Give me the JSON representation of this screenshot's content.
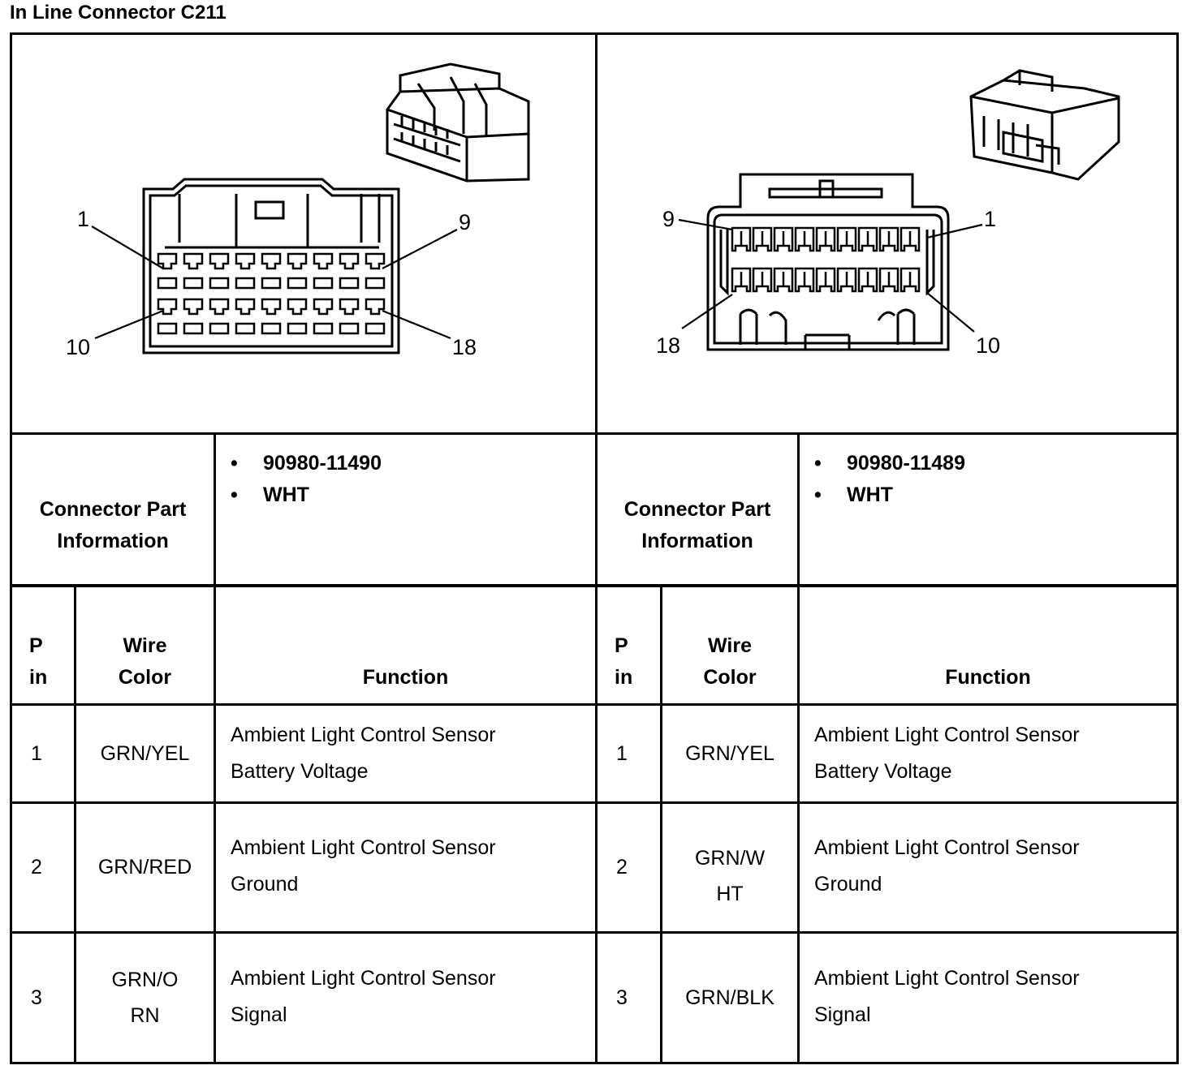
{
  "title": "In Line Connector C211",
  "left": {
    "pin_numbers": {
      "top_left": "1",
      "top_right": "9",
      "bottom_left": "10",
      "bottom_right": "18"
    },
    "part_info_label": [
      "Connector Part",
      "Information"
    ],
    "part_info": [
      "90980-11490",
      "WHT"
    ],
    "header": {
      "pin": [
        "P",
        "in"
      ],
      "wire": [
        "Wire",
        "Color"
      ],
      "function": "Function"
    },
    "rows": [
      {
        "pin": "1",
        "color": [
          "GRN/YEL"
        ],
        "function": [
          "Ambient Light Control Sensor",
          "Battery Voltage"
        ]
      },
      {
        "pin": "2",
        "color": [
          "GRN/RED"
        ],
        "function": [
          "Ambient Light Control Sensor",
          "Ground"
        ]
      },
      {
        "pin": "3",
        "color": [
          "GRN/O",
          "RN"
        ],
        "function": [
          "Ambient Light Control Sensor",
          "Signal"
        ]
      }
    ]
  },
  "right": {
    "pin_numbers": {
      "top_left": "9",
      "top_right": "1",
      "bottom_left": "18",
      "bottom_right": "10"
    },
    "part_info_label": [
      "Connector Part",
      "Information"
    ],
    "part_info": [
      "90980-11489",
      "WHT"
    ],
    "header": {
      "pin": [
        "P",
        "in"
      ],
      "wire": [
        "Wire",
        "Color"
      ],
      "function": "Function"
    },
    "rows": [
      {
        "pin": "1",
        "color": [
          "GRN/YEL"
        ],
        "function": [
          "Ambient Light Control Sensor",
          "Battery Voltage"
        ]
      },
      {
        "pin": "2",
        "color": [
          "GRN/W",
          "HT"
        ],
        "function": [
          "Ambient Light Control Sensor",
          "Ground"
        ]
      },
      {
        "pin": "3",
        "color": [
          "GRN/BLK"
        ],
        "function": [
          "Ambient Light Control Sensor",
          "Signal"
        ]
      }
    ]
  },
  "bullet_glyph": "•"
}
